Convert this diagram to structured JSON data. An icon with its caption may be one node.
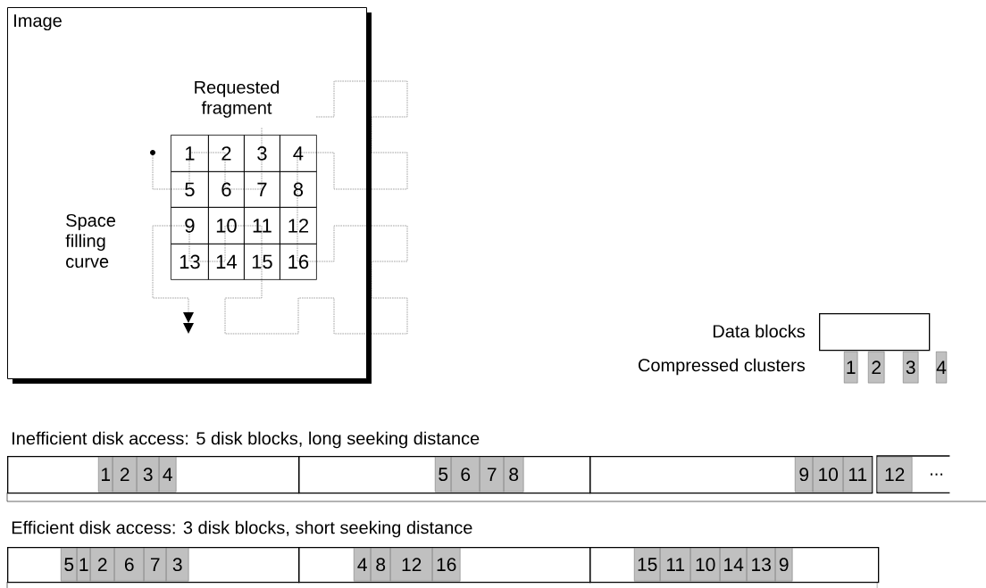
{
  "diagram": {
    "nodes": [
      {
        "text": [
          "Image"
        ]
      },
      {
        "text": [
          "1"
        ],
        "in": 0
      },
      {
        "text": [
          "2"
        ],
        "in": 0
      },
      {
        "text": [
          "3"
        ],
        "in": 0
      },
      {
        "text": [
          "4"
        ],
        "in": 0
      },
      {
        "text": [
          "5"
        ],
        "in": 0
      },
      {
        "text": [
          "6"
        ],
        "in": 0
      },
      {
        "text": [
          "7"
        ],
        "in": 0
      },
      {
        "text": [
          "8"
        ],
        "in": 0
      },
      {
        "text": [
          "9"
        ],
        "in": 0
      },
      {
        "text": [
          "10"
        ],
        "in": 0
      },
      {
        "text": [
          "11"
        ],
        "in": 0
      },
      {
        "text": [
          "12"
        ],
        "in": 0
      },
      {
        "text": [
          "13"
        ],
        "in": 0
      },
      {
        "text": [
          "14"
        ],
        "in": 0
      },
      {
        "text": [
          "15"
        ],
        "in": 0
      },
      {
        "text": [
          "16"
        ],
        "in": 0
      },
      {
        "text": [],
        "shape": "box"
      },
      {
        "text": [
          "1"
        ]
      },
      {
        "text": [
          "2"
        ]
      },
      {
        "text": [
          "3"
        ]
      },
      {
        "text": [
          "4"
        ]
      },
      {
        "text": [],
        "shape": "box"
      },
      {
        "text": [
          "1"
        ],
        "in": 22
      },
      {
        "text": [
          "2"
        ],
        "in": 22
      },
      {
        "text": [
          "3"
        ],
        "in": 22
      },
      {
        "text": [
          "4"
        ],
        "in": 22
      },
      {
        "text": [],
        "shape": "box"
      },
      {
        "text": [
          "5"
        ],
        "in": 27
      },
      {
        "text": [
          "6"
        ],
        "in": 27
      },
      {
        "text": [
          "7"
        ],
        "in": 27
      },
      {
        "text": [
          "8"
        ],
        "in": 27
      },
      {
        "text": [],
        "shape": "box"
      },
      {
        "text": [
          "9"
        ],
        "in": 32
      },
      {
        "text": [
          "10"
        ],
        "in": 32
      },
      {
        "text": [
          "11"
        ],
        "in": 32
      },
      {
        "text": [
          "..."
        ]
      },
      {
        "text": [
          "12"
        ],
        "in": 36
      },
      {
        "text": [],
        "shape": "box"
      },
      {
        "text": [
          "5"
        ],
        "in": 38
      },
      {
        "text": [
          "1"
        ],
        "in": 38
      },
      {
        "text": [
          "2"
        ],
        "in": 38
      },
      {
        "text": [
          "6"
        ],
        "in": 38
      },
      {
        "text": [
          "7"
        ],
        "in": 38
      },
      {
        "text": [
          "3"
        ],
        "in": 38
      },
      {
        "text": [],
        "shape": "box"
      },
      {
        "text": [
          "4"
        ],
        "in": 45
      },
      {
        "text": [
          "8"
        ],
        "in": 45
      },
      {
        "text": [
          "12"
        ],
        "in": 45
      },
      {
        "text": [
          "16"
        ],
        "in": 45
      },
      {
        "text": [],
        "shape": "box"
      },
      {
        "text": [
          "15"
        ],
        "in": 50
      },
      {
        "text": [
          "11"
        ],
        "in": 50
      },
      {
        "text": [
          "10"
        ],
        "in": 50
      },
      {
        "text": [
          "14"
        ],
        "in": 50
      },
      {
        "text": [
          "13"
        ],
        "in": 50
      },
      {
        "text": [
          "9"
        ],
        "in": 50
      }
    ],
    "labels": [
      "Requested fragment",
      "Space filling curve",
      "Inefficient disk access: 5 disk blocks, long seeking distance",
      "Efficient disk access: 3 disk blocks, short seeking distance"
    ],
    "legend": [
      {
        "text": "Data blocks"
      },
      {
        "text": "Compressed clusters"
      }
    ]
  }
}
